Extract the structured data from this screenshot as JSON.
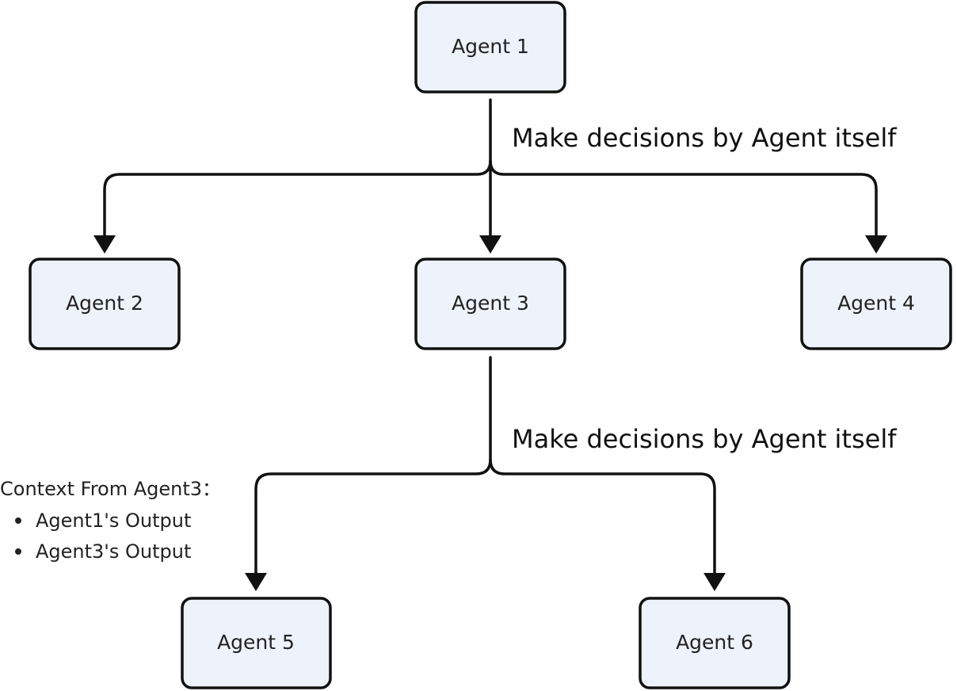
{
  "nodes": [
    {
      "id": "agent-1",
      "label": "Agent 1"
    },
    {
      "id": "agent-2",
      "label": "Agent 2"
    },
    {
      "id": "agent-3",
      "label": "Agent 3"
    },
    {
      "id": "agent-4",
      "label": "Agent 4"
    },
    {
      "id": "agent-5",
      "label": "Agent 5"
    },
    {
      "id": "agent-6",
      "label": "Agent 6"
    }
  ],
  "edges": [
    {
      "from": "agent-1",
      "to": "agent-2"
    },
    {
      "from": "agent-1",
      "to": "agent-3"
    },
    {
      "from": "agent-1",
      "to": "agent-4"
    },
    {
      "from": "agent-3",
      "to": "agent-5"
    },
    {
      "from": "agent-3",
      "to": "agent-6"
    }
  ],
  "edge_labels": {
    "top": "Make decisions by Agent itself",
    "bottom": "Make decisions by Agent itself"
  },
  "context": {
    "title": "Context From Agent3：",
    "items": [
      "Agent1's Output",
      "Agent3's Output"
    ]
  }
}
